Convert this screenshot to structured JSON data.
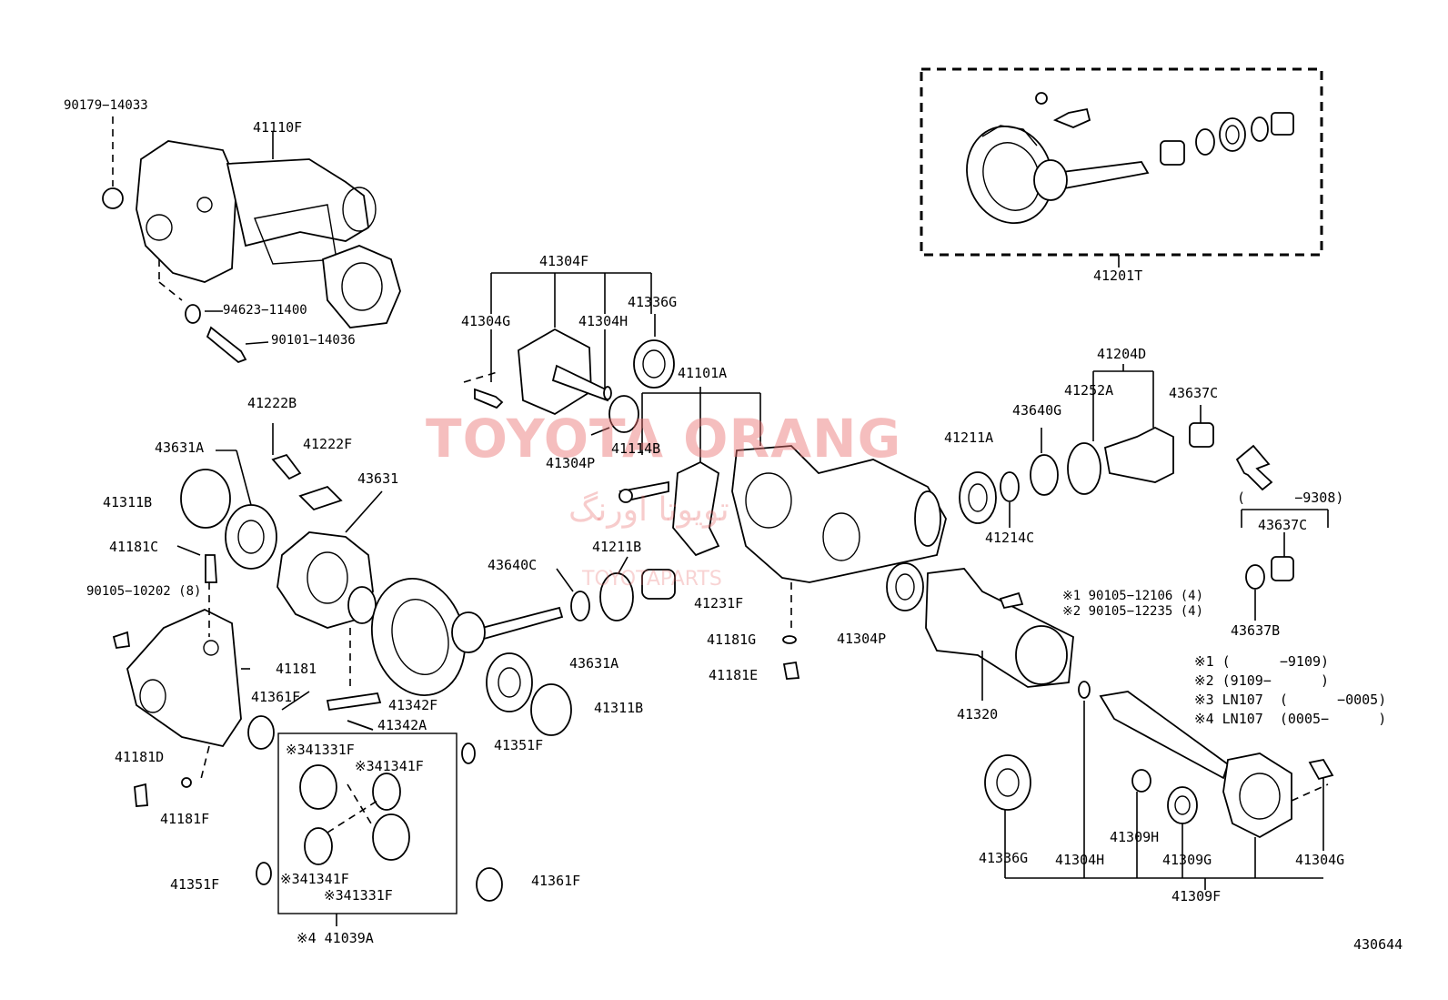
{
  "watermark": {
    "title": "TOYOTA ORANG",
    "persian": "تویوتا اورنگ",
    "url": "TOYOTAPARTS"
  },
  "diagram_id": "430644",
  "labels": {
    "p90179_14033": "90179−14033",
    "p41110F": "41110F",
    "p94623_11400": "94623−11400",
    "p90101_14036": "90101−14036",
    "p41201T": "41201T",
    "p41304F_top": "41304F",
    "p41304G_top": "41304G",
    "p41304H_top": "41304H",
    "p41336G_top": "41336G",
    "p41101A": "41101A",
    "p41304P_top": "41304P",
    "p41114B": "41114B",
    "p41204D": "41204D",
    "p41252A": "41252A",
    "p43640G": "43640G",
    "p43637C_top": "43637C",
    "p41211A": "41211A",
    "p41214C": "41214C",
    "p_9308": "(      −9308)",
    "p43637C_mid": "43637C",
    "p43637B": "43637B",
    "p41222B": "41222B",
    "p41222F": "41222F",
    "p43631A_top": "43631A",
    "p43631": "43631",
    "p41311B_left": "41311B",
    "p41181C": "41181C",
    "p90105_10202": "90105−10202 (8)",
    "p41181": "41181",
    "p41361F_left": "41361F",
    "p41181D": "41181D",
    "p41181F": "41181F",
    "p41342F": "41342F",
    "p41342A": "41342A",
    "p43640C": "43640C",
    "p41211B": "41211B",
    "p41231F": "41231F",
    "p43631A_bot": "43631A",
    "p41311B_bot": "41311B",
    "p41351F_mid": "41351F",
    "p41181G": "41181G",
    "p41181E": "41181E",
    "p41304P_mid": "41304P",
    "p90105_12106": "※1 90105−12106 (4)",
    "p90105_12235": "※2 90105−12235 (4)",
    "p41320": "41320",
    "note1": "※1 (      −9109)",
    "note2": "※2 (9109−      )",
    "note3": "※3 LN107  (      −0005)",
    "note4": "※4 LN107  (0005−      )",
    "p41331F_a": "※341331F",
    "p41341F_a": "※341341F",
    "p41341F_b": "※341341F",
    "p41331F_b": "※341331F",
    "p41351F_left": "41351F",
    "p41361F_bot": "41361F",
    "p41039A": "※4 41039A",
    "p41336G_bot": "41336G",
    "p41304H_bot": "41304H",
    "p41309H": "41309H",
    "p41309G": "41309G",
    "p41304G_bot": "41304G",
    "p41309F": "41309F"
  }
}
